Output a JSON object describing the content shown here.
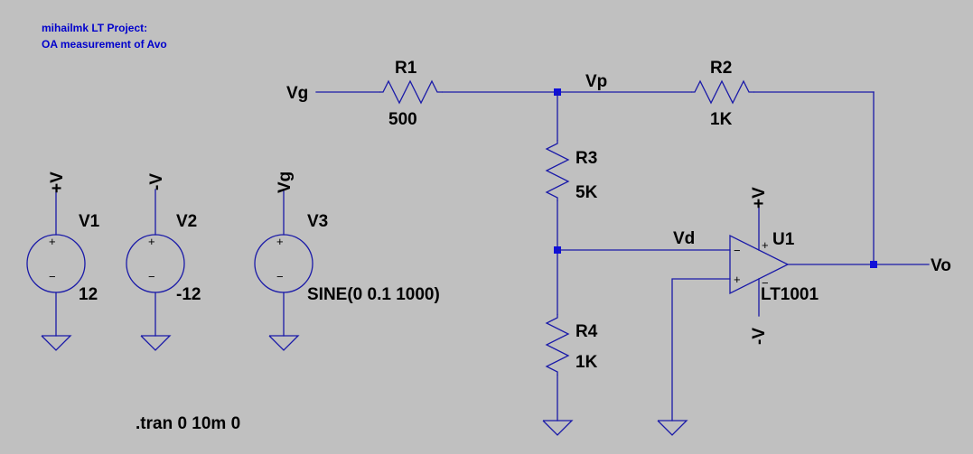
{
  "title": {
    "line1": "mihailmk LT Project:",
    "line2": "OA measurement of Avo"
  },
  "colors": {
    "background": "#c0c0c0",
    "wire": "#1a1aa8",
    "junction": "#1010d8",
    "label": "#000000",
    "comment": "#0000cc"
  },
  "nets": {
    "vg_input": "Vg",
    "vp": "Vp",
    "vd": "Vd",
    "vo": "Vo",
    "v1_net": "+V",
    "v2_net": "-V",
    "v3_net": "Vg",
    "u1_pos_supply": "+V",
    "u1_neg_supply": "-V"
  },
  "components": {
    "r1": {
      "name": "R1",
      "value": "500"
    },
    "r2": {
      "name": "R2",
      "value": "1K"
    },
    "r3": {
      "name": "R3",
      "value": "5K"
    },
    "r4": {
      "name": "R4",
      "value": "1K"
    },
    "v1": {
      "name": "V1",
      "value": "12"
    },
    "v2": {
      "name": "V2",
      "value": "-12"
    },
    "v3": {
      "name": "V3",
      "value": "SINE(0 0.1 1000)"
    },
    "u1": {
      "name": "U1",
      "value": "LT1001"
    }
  },
  "opamp_pins": {
    "inv": "−",
    "noninv": "+",
    "supply_pos": "+",
    "supply_neg": "−"
  },
  "source_signs": {
    "plus": "+",
    "minus": "−"
  },
  "directive": ".tran 0 10m 0"
}
